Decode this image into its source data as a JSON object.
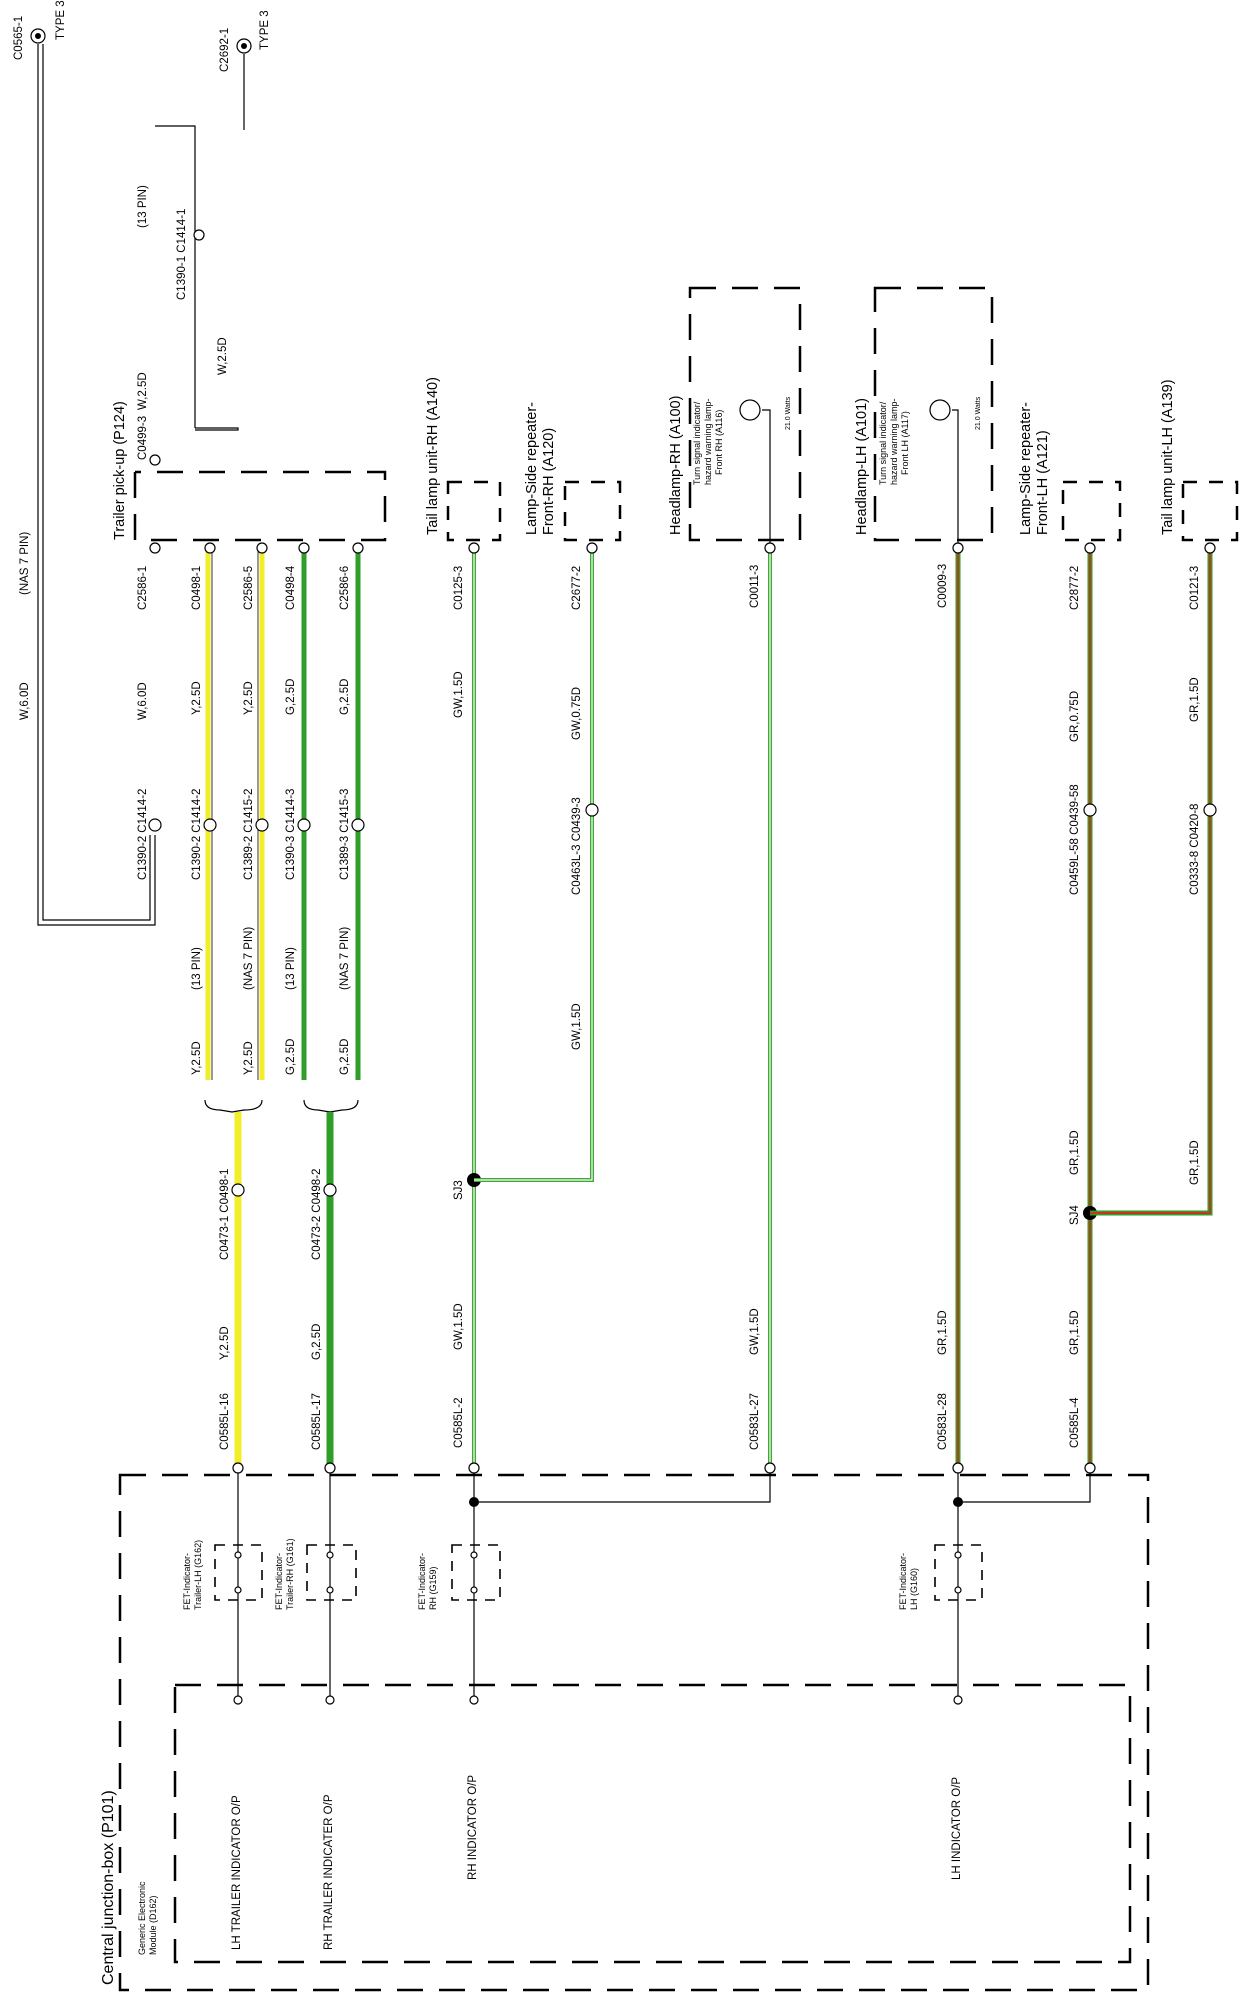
{
  "colors": {
    "yellow": "#f2ee2a",
    "green": "#2f9e28",
    "green_white": "#3fa935",
    "red": "#c8351f",
    "black": "#000000"
  },
  "top": {
    "c0565": {
      "id": "C0565-1",
      "type": "TYPE 3"
    },
    "c2692": {
      "id": "C2692-1",
      "type": "TYPE 3"
    },
    "w6_wire": "W,6.0D",
    "nas7": "(NAS 7 PIN)",
    "pin13": "(13 PIN)",
    "c1390_c1414_1": "C1390-1 C1414-1",
    "w25_a": "W,2.5D",
    "w25_b": "W,2.5D",
    "c0499_3": "C0499-3"
  },
  "components": {
    "trailer_pickup": "Trailer pick-up (P124)",
    "tail_rh": "Tail lamp unit-RH (A140)",
    "side_rep_rh_l1": "Lamp-Side repeater-",
    "side_rep_rh_l2": "Front-RH (A120)",
    "headlamp_rh": "Headlamp-RH (A100)",
    "headlamp_rh_sub1": "Turn signal indicator/",
    "headlamp_rh_sub2": "hazard warning lamp-",
    "headlamp_rh_sub3": "Front RH (A116)",
    "headlamp_rh_watts": "21.0 Watts",
    "headlamp_lh": "Headlamp-LH (A101)",
    "headlamp_lh_sub1": "Turn signal indicator/",
    "headlamp_lh_sub2": "hazard warning lamp-",
    "headlamp_lh_sub3": "Front LH (A117)",
    "headlamp_lh_watts": "21.0 Watts",
    "side_rep_lh_l1": "Lamp-Side repeater-",
    "side_rep_lh_l2": "Front-LH (A121)",
    "tail_lh": "Tail lamp unit-LH (A139)"
  },
  "labels": {
    "c2586_1": "C2586-1",
    "w60d": "W,6.0D",
    "c1390_2_c1414_2": "C1390-2 C1414-2",
    "c0498_1": "C0498-1",
    "y25_a": "Y,2.5D",
    "c1390_2_c1414_2b": "C1390-2 C1414-2",
    "pin13_b": "(13 PIN)",
    "y25_b": "Y,2.5D",
    "c2586_5": "C2586-5",
    "y25_c": "Y,2.5D",
    "c1389_2_c1415_2": "C1389-2 C1415-2",
    "nas7_b": "(NAS 7 PIN)",
    "y25_d": "Y,2.5D",
    "c0498_4": "C0498-4",
    "g25_a": "G,2.5D",
    "c1390_3_c1414_3": "C1390-3 C1414-3",
    "pin13_c": "(13 PIN)",
    "g25_b": "G,2.5D",
    "c2586_6": "C2586-6",
    "g25_c": "G,2.5D",
    "c1389_3_c1415_3": "C1389-3 C1415-3",
    "nas7_c": "(NAS 7 PIN)",
    "g25_d": "G,2.5D",
    "c0473_1_c0498_1": "C0473-1 C0498-1",
    "c0585l_16": "C0585L-16",
    "y25_e": "Y,2.5D",
    "c0473_2_c0498_2": "C0473-2 C0498-2",
    "c0585l_17": "C0585L-17",
    "g25_e": "G,2.5D",
    "c0125_3": "C0125-3",
    "gw15_a": "GW,1.5D",
    "sj3": "SJ3",
    "c0585l_2": "C0585L-2",
    "gw15_b": "GW,1.5D",
    "c2677_2": "C2677-2",
    "gw075_a": "GW,0.75D",
    "c0463l_3_c0439_3": "C0463L-3 C0439-3",
    "gw15_c": "GW,1.5D",
    "c0011_3": "C0011-3",
    "c0583l_27": "C0583L-27",
    "gw15_d": "GW,1.5D",
    "c0009_3": "C0009-3",
    "c0583l_28": "C0583L-28",
    "gr15_a": "GR,1.5D",
    "c2877_2": "C2877-2",
    "gr075": "GR,0.75D",
    "c0459l_58_c0439_58": "C0459L-58 C0439-58",
    "gr15_b": "GR,1.5D",
    "sj4": "SJ4",
    "c0585l_4": "C0585L-4",
    "gr15_c": "GR,1.5D",
    "c0121_3": "C0121-3",
    "gr15_d": "GR,1.5D",
    "c0333_8_c0420_8": "C0333-8 C0420-8",
    "gr15_e": "GR,1.5D"
  },
  "junction": {
    "title": "Central junction-box (P101)",
    "gem_l1": "Generic Electronic",
    "gem_l2": "Module (D162)",
    "fet_trailer_lh_l1": "FET-Indicator-",
    "fet_trailer_lh_l2": "Trailer-LH (G162)",
    "fet_trailer_rh_l1": "FET-Indicator-",
    "fet_trailer_rh_l2": "Trailer-RH (G161)",
    "fet_rh_l1": "FET-Indicator-",
    "fet_rh_l2": "RH (G159)",
    "fet_lh_l1": "FET-Indicator-",
    "fet_lh_l2": "LH (G160)",
    "out_lh_trailer": "LH TRAILER INDICATOR O/P",
    "out_rh_trailer": "RH TRAILER INDICATER O/P",
    "out_rh": "RH INDICATOR O/P",
    "out_lh": "LH INDICATOR O/P"
  }
}
